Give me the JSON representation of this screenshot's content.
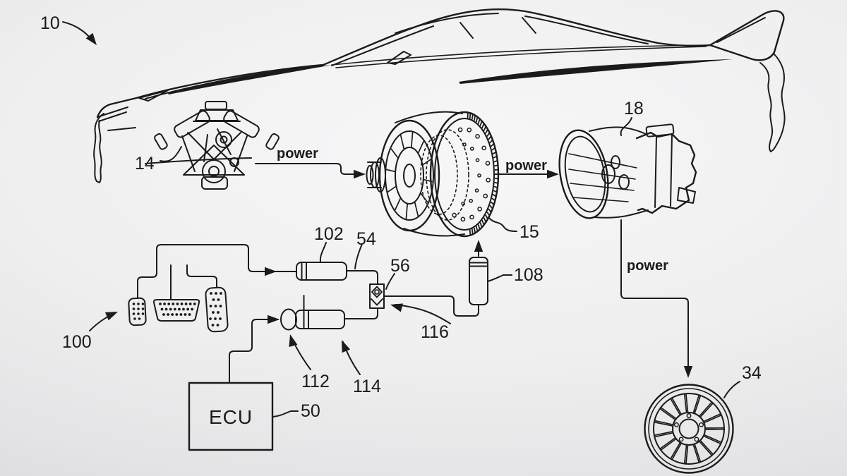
{
  "refs": {
    "figure": "10",
    "engine": "14",
    "clutch": "15",
    "transmission": "18",
    "wheel": "34",
    "ecu": "50",
    "hydraulic_line": "54",
    "valve": "56",
    "pedals": "100",
    "upper_cylinder": "102",
    "accumulator": "108",
    "piston": "112",
    "lower_cylinder": "114",
    "valve_pointer": "116"
  },
  "text": {
    "ecu_box": "ECU",
    "power_engine_to_clutch": "power",
    "power_clutch_to_transmission": "power",
    "power_transmission_to_wheel": "power"
  },
  "colors": {
    "ink": "#1b1b1b",
    "bg_center": "#f6f6f7",
    "bg_edge": "#d8d8da"
  }
}
